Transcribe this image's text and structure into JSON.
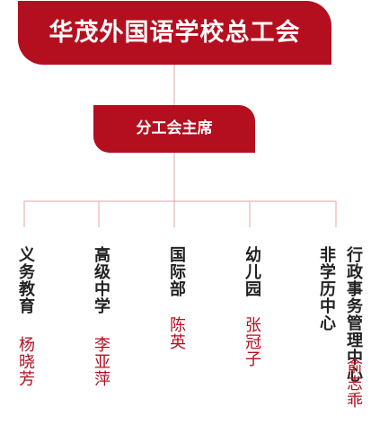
{
  "org": {
    "title": "华茂外国语学校总工会",
    "chair": "分工会主席",
    "branches": [
      {
        "department": "义务教育",
        "leader": "杨晓芳"
      },
      {
        "department": "高级中学",
        "leader": "李亚萍"
      },
      {
        "department": "国际部",
        "leader": "陈英"
      },
      {
        "department": "幼儿园",
        "leader": "张冠子"
      },
      {
        "department": "非学历中心",
        "department2": "行政事务管理中心",
        "leader": "俞志乖"
      }
    ]
  },
  "colors": {
    "accent": "#b40f1f",
    "connector": "#e5a6a6",
    "text": "#222222"
  }
}
